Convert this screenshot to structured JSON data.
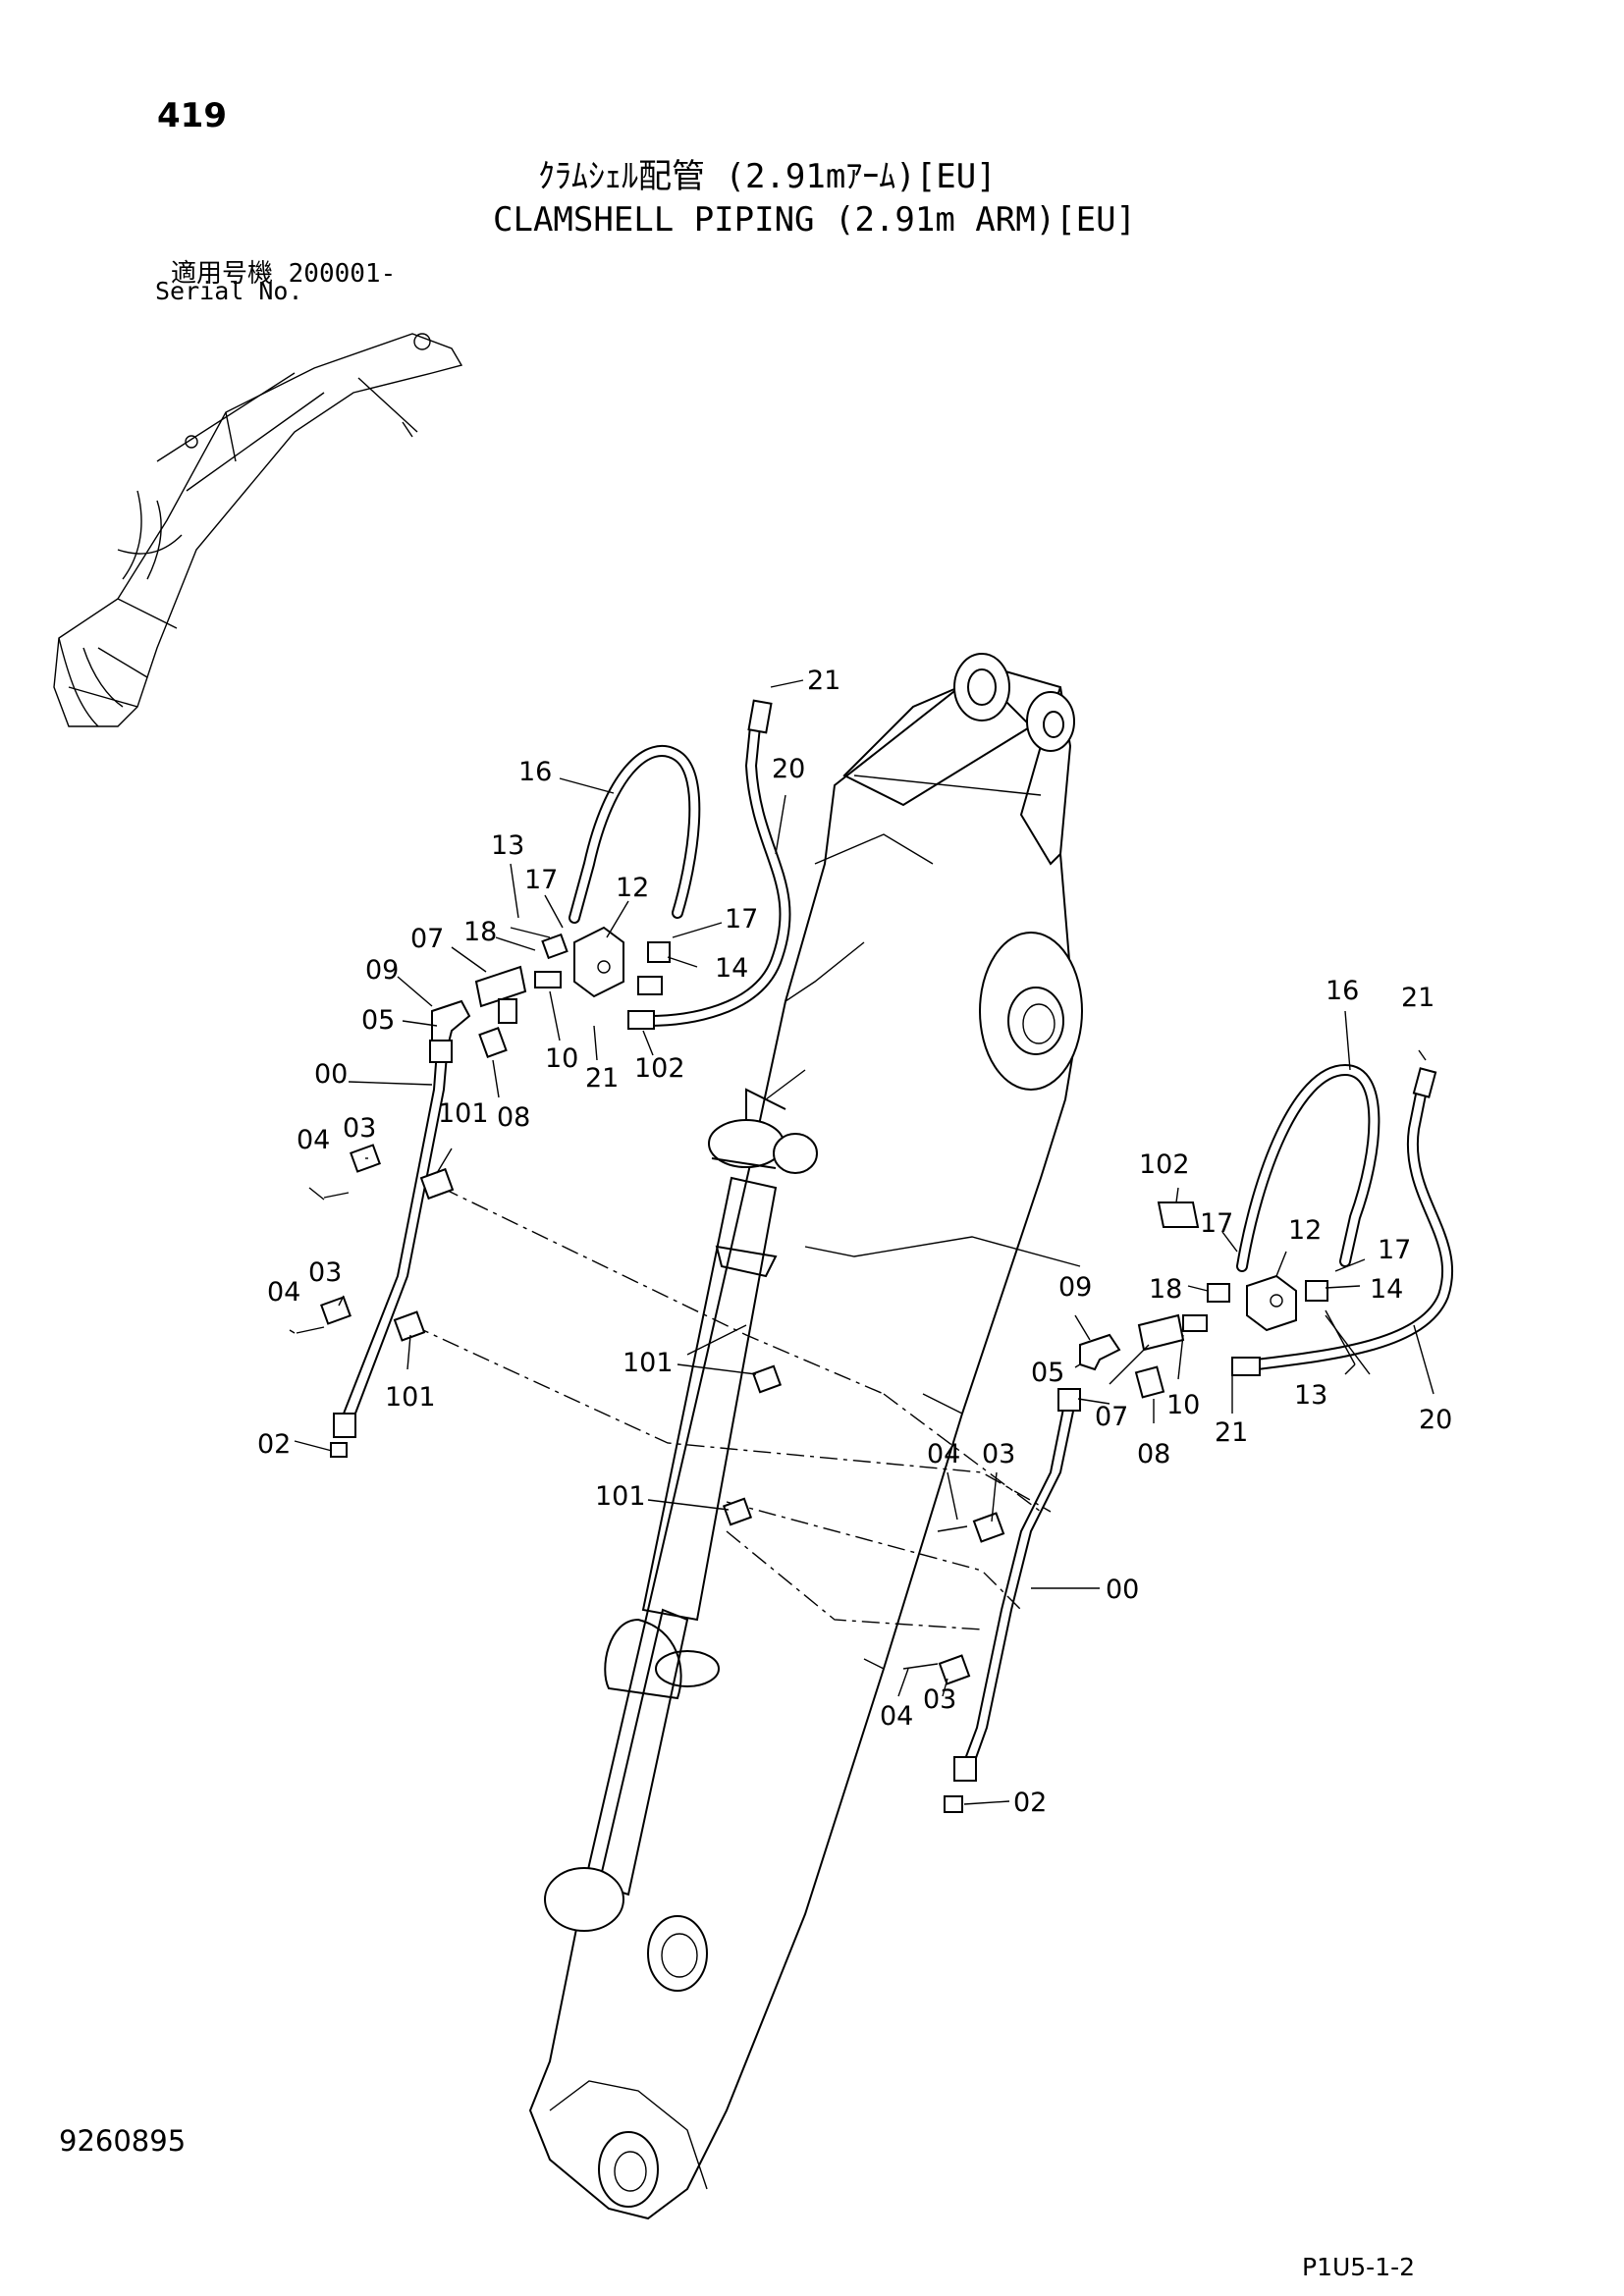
{
  "header": {
    "page_number": "419",
    "title_jp": "ｸﾗﾑｼｪﾙ配管 (2.91mｱｰﾑ)[EU]",
    "title_en": "CLAMSHELL PIPING (2.91m ARM)[EU]",
    "serial_label_jp": "適用号機  200001-",
    "serial_label_en": "Serial No."
  },
  "footer": {
    "drawing_number": "9260895",
    "page_code": "P1U5-1-2"
  },
  "callouts_left": {
    "c21": "21",
    "c16": "16",
    "c20": "20",
    "c13": "13",
    "c17a": "17",
    "c12": "12",
    "c17b": "17",
    "c18": "18",
    "c07": "07",
    "c14": "14",
    "c09": "09",
    "c05": "05",
    "c10": "10",
    "c21b": "21",
    "c102": "102",
    "c00": "00",
    "c08": "08",
    "c101a": "101",
    "c04a": "04",
    "c03a": "03",
    "c03b": "03",
    "c04b": "04",
    "c101b": "101",
    "c02": "02"
  },
  "callouts_center": {
    "c101a": "101",
    "c101b": "101"
  },
  "callouts_right": {
    "c16": "16",
    "c21": "21",
    "c102": "102",
    "c17a": "17",
    "c12": "12",
    "c17b": "17",
    "c09": "09",
    "c18": "18",
    "c14": "14",
    "c05": "05",
    "c07": "07",
    "c10": "10",
    "c13": "13",
    "c20": "20",
    "c21b": "21",
    "c08": "08",
    "c04a": "04",
    "c03a": "03",
    "c00": "00",
    "c04b": "04",
    "c03b": "03",
    "c02": "02"
  }
}
